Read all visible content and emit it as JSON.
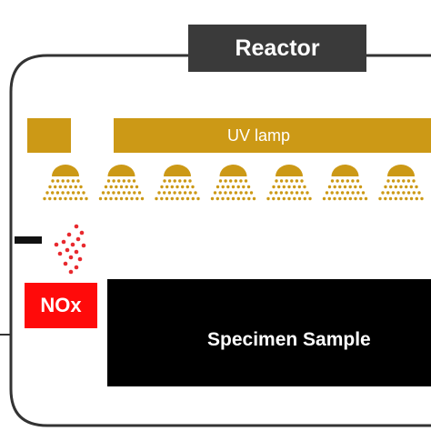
{
  "reactor": {
    "label": "Reactor"
  },
  "uv_lamp": {
    "label": "UV lamp",
    "lamp_count": 7
  },
  "gas": {
    "label": "NOx"
  },
  "specimen": {
    "label": "Specimen Sample"
  },
  "colors": {
    "lamp": "#cc9916",
    "gas": "#ff0a0a",
    "gas_particles": "#e8292e",
    "specimen": "#000000",
    "tag": "#3a3a3a",
    "outline": "#333333"
  }
}
